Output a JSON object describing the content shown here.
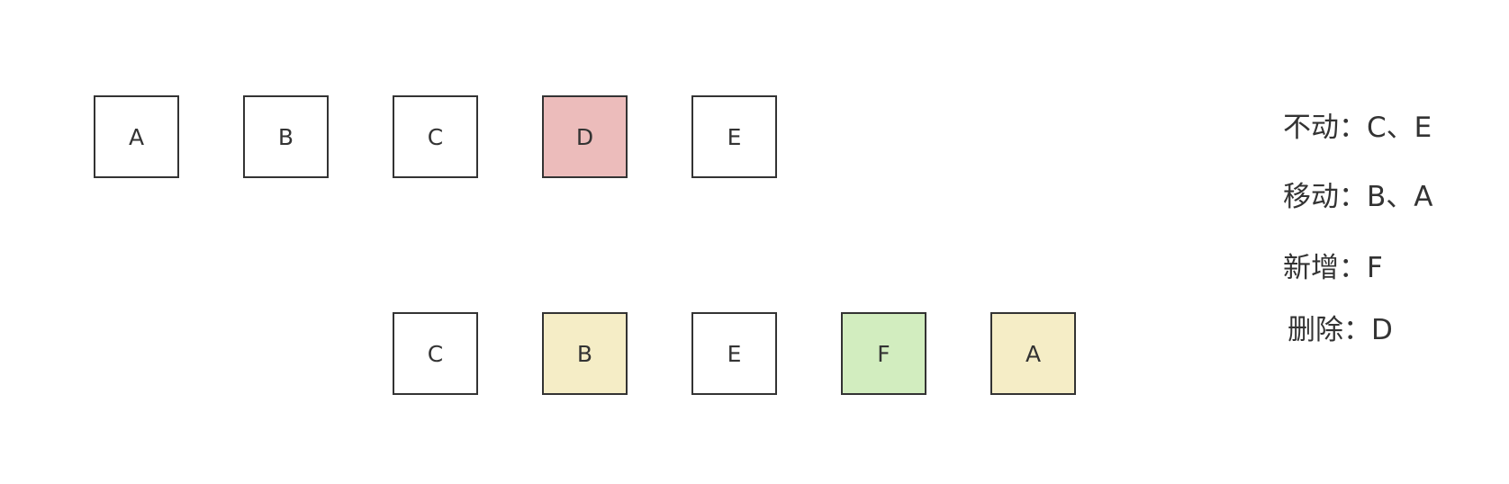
{
  "colors": {
    "unchanged": "#ffffff",
    "moved": "#f5edc6",
    "added": "#d2edbf",
    "deleted": "#ecbcbb",
    "border": "#333333"
  },
  "old_list": [
    {
      "label": "A",
      "status": "unchanged"
    },
    {
      "label": "B",
      "status": "unchanged"
    },
    {
      "label": "C",
      "status": "unchanged"
    },
    {
      "label": "D",
      "status": "deleted"
    },
    {
      "label": "E",
      "status": "unchanged"
    }
  ],
  "new_list": [
    {
      "label": "C",
      "status": "unchanged"
    },
    {
      "label": "B",
      "status": "moved"
    },
    {
      "label": "E",
      "status": "unchanged"
    },
    {
      "label": "F",
      "status": "added"
    },
    {
      "label": "A",
      "status": "moved"
    }
  ],
  "legend": [
    {
      "key": "unchanged",
      "text": "不动：C、E"
    },
    {
      "key": "moved",
      "text": "移动：B、A"
    },
    {
      "key": "added",
      "text": "新增：F"
    },
    {
      "key": "deleted",
      "text": "删除：D"
    }
  ]
}
